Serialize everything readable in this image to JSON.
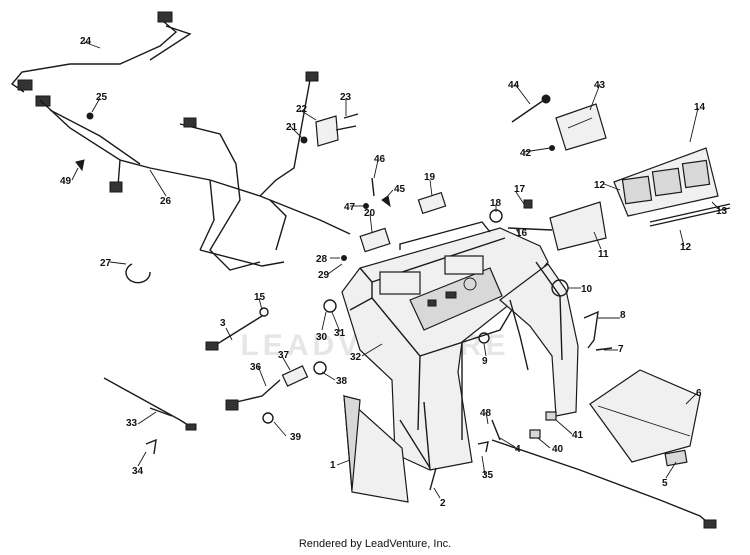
{
  "watermark": "LEADVENTURE",
  "footer": "Rendered by LeadVenture, Inc.",
  "callouts": [
    {
      "id": "c1",
      "label": "1"
    },
    {
      "id": "c2",
      "label": "2"
    },
    {
      "id": "c3",
      "label": "3"
    },
    {
      "id": "c4",
      "label": "4"
    },
    {
      "id": "c5",
      "label": "5"
    },
    {
      "id": "c6",
      "label": "6"
    },
    {
      "id": "c7",
      "label": "7"
    },
    {
      "id": "c8",
      "label": "8"
    },
    {
      "id": "c9",
      "label": "9"
    },
    {
      "id": "c10",
      "label": "10"
    },
    {
      "id": "c11",
      "label": "11"
    },
    {
      "id": "c12a",
      "label": "12"
    },
    {
      "id": "c12b",
      "label": "12"
    },
    {
      "id": "c13",
      "label": "13"
    },
    {
      "id": "c14",
      "label": "14"
    },
    {
      "id": "c15",
      "label": "15"
    },
    {
      "id": "c16",
      "label": "16"
    },
    {
      "id": "c17",
      "label": "17"
    },
    {
      "id": "c18",
      "label": "18"
    },
    {
      "id": "c19",
      "label": "19"
    },
    {
      "id": "c20",
      "label": "20"
    },
    {
      "id": "c21",
      "label": "21"
    },
    {
      "id": "c22",
      "label": "22"
    },
    {
      "id": "c23",
      "label": "23"
    },
    {
      "id": "c24",
      "label": "24"
    },
    {
      "id": "c25",
      "label": "25"
    },
    {
      "id": "c26",
      "label": "26"
    },
    {
      "id": "c27",
      "label": "27"
    },
    {
      "id": "c28",
      "label": "28"
    },
    {
      "id": "c29",
      "label": "29"
    },
    {
      "id": "c30",
      "label": "30"
    },
    {
      "id": "c31",
      "label": "31"
    },
    {
      "id": "c32",
      "label": "32"
    },
    {
      "id": "c33",
      "label": "33"
    },
    {
      "id": "c34",
      "label": "34"
    },
    {
      "id": "c35",
      "label": "35"
    },
    {
      "id": "c36",
      "label": "36"
    },
    {
      "id": "c37",
      "label": "37"
    },
    {
      "id": "c38",
      "label": "38"
    },
    {
      "id": "c39",
      "label": "39"
    },
    {
      "id": "c40",
      "label": "40"
    },
    {
      "id": "c41",
      "label": "41"
    },
    {
      "id": "c42",
      "label": "42"
    },
    {
      "id": "c43",
      "label": "43"
    },
    {
      "id": "c44",
      "label": "44"
    },
    {
      "id": "c45",
      "label": "45"
    },
    {
      "id": "c46",
      "label": "46"
    },
    {
      "id": "c47",
      "label": "47"
    },
    {
      "id": "c48",
      "label": "48"
    },
    {
      "id": "c49",
      "label": "49"
    }
  ]
}
